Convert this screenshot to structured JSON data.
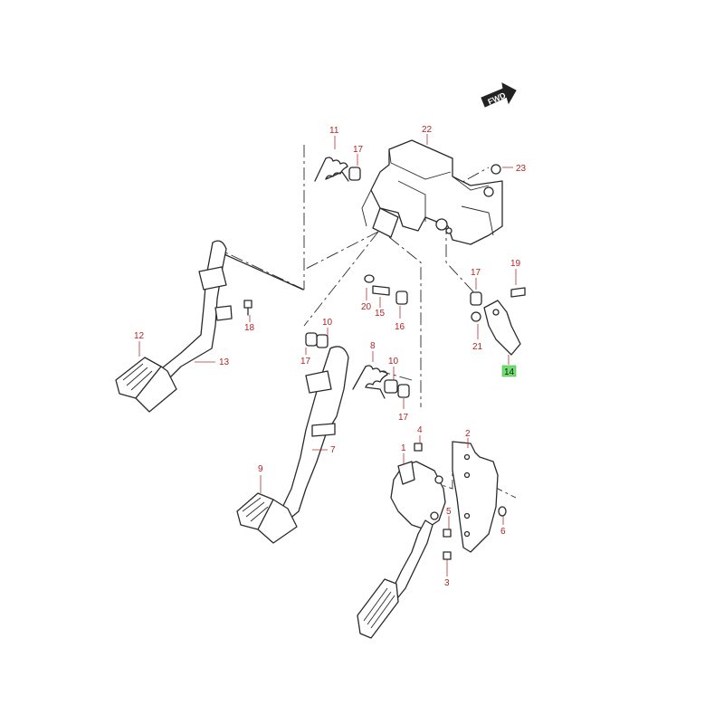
{
  "fwd_label": "FWD",
  "highlight_color": "#6fe06f",
  "callout_color": "#b42323",
  "callouts": {
    "c1": "1",
    "c2": "2",
    "c3": "3",
    "c4": "4",
    "c5": "5",
    "c6": "6",
    "c7": "7",
    "c8": "8",
    "c9": "9",
    "c10a": "10",
    "c10b": "10",
    "c11": "11",
    "c12": "12",
    "c13": "13",
    "c14": "14",
    "c15": "15",
    "c16": "16",
    "c17a": "17",
    "c17b": "17",
    "c17c": "17",
    "c17d": "17",
    "c18": "18",
    "c19": "19",
    "c20": "20",
    "c21": "21",
    "c22": "22",
    "c23": "23"
  },
  "highlighted_part": "14"
}
